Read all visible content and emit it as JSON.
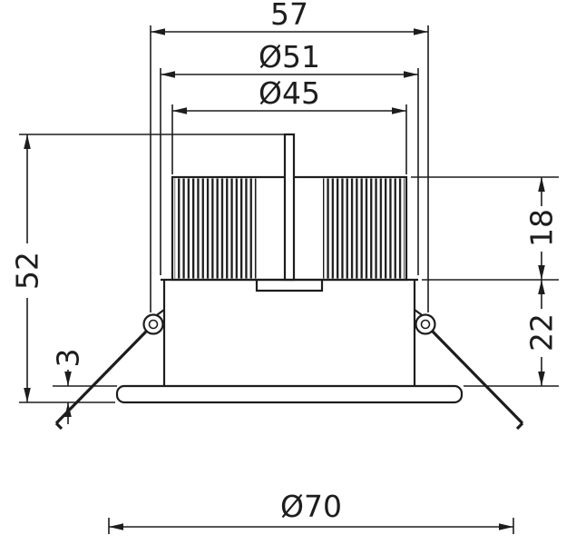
{
  "drawing": {
    "colors": {
      "line": "#1d1d1d",
      "background": "#ffffff"
    },
    "dimensions": {
      "top_width": "57",
      "heatsink_diameter": "Ø51",
      "fin_diameter": "Ø45",
      "total_height": "52",
      "flange_thickness": "3",
      "fin_section_height": "18",
      "body_height": "22",
      "flange_diameter": "Ø70"
    }
  }
}
